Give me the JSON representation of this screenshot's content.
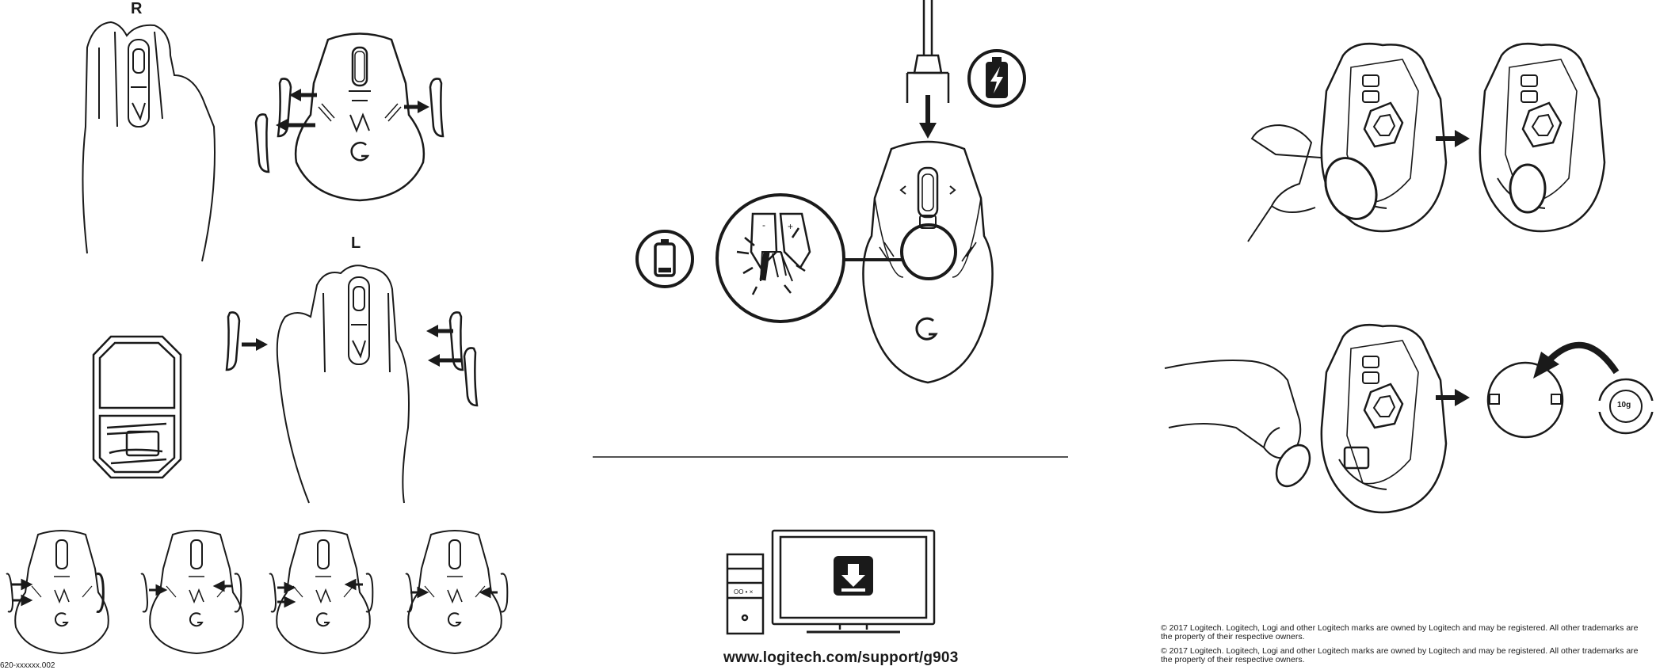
{
  "labels": {
    "right_hand": "R",
    "left_hand": "L",
    "weight": "10g"
  },
  "support_url": "www.logitech.com/support/g903",
  "part_number": "620-xxxxxx.002",
  "copyright": [
    "© 2017 Logitech. Logitech, Logi and other Logitech marks are owned by Logitech and may be registered. All other trademarks are the property of their respective owners.",
    "© 2017 Logitech. Logitech, Logi and other Logitech marks are owned by Logitech and may be registered. All other trademarks are the property of their respective owners."
  ],
  "icons": {
    "charging": "charging-battery-icon",
    "low_battery": "low-battery-icon",
    "download": "download-icon"
  },
  "colors": {
    "ink": "#1a1a1a",
    "background": "#ffffff"
  }
}
